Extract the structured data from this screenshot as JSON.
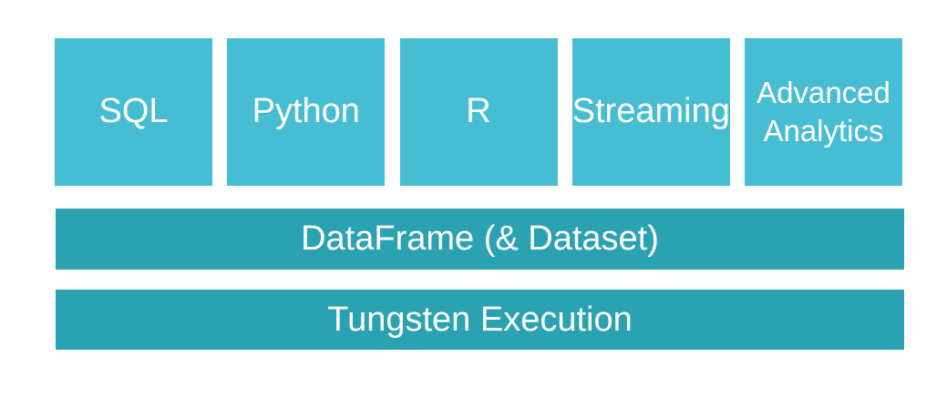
{
  "diagram": {
    "background_color": "#ffffff",
    "text_color": "#ffffff",
    "api_boxes": {
      "fill_color": "#46bdd3",
      "items": [
        {
          "label": "SQL"
        },
        {
          "label": "Python"
        },
        {
          "label": "R"
        },
        {
          "label": "Streaming"
        },
        {
          "label": "Advanced Analytics"
        }
      ]
    },
    "layer_bars": {
      "fill_color": "#2ba2b1",
      "items": [
        {
          "label": "DataFrame (& Dataset)"
        },
        {
          "label": "Tungsten Execution"
        }
      ]
    }
  }
}
